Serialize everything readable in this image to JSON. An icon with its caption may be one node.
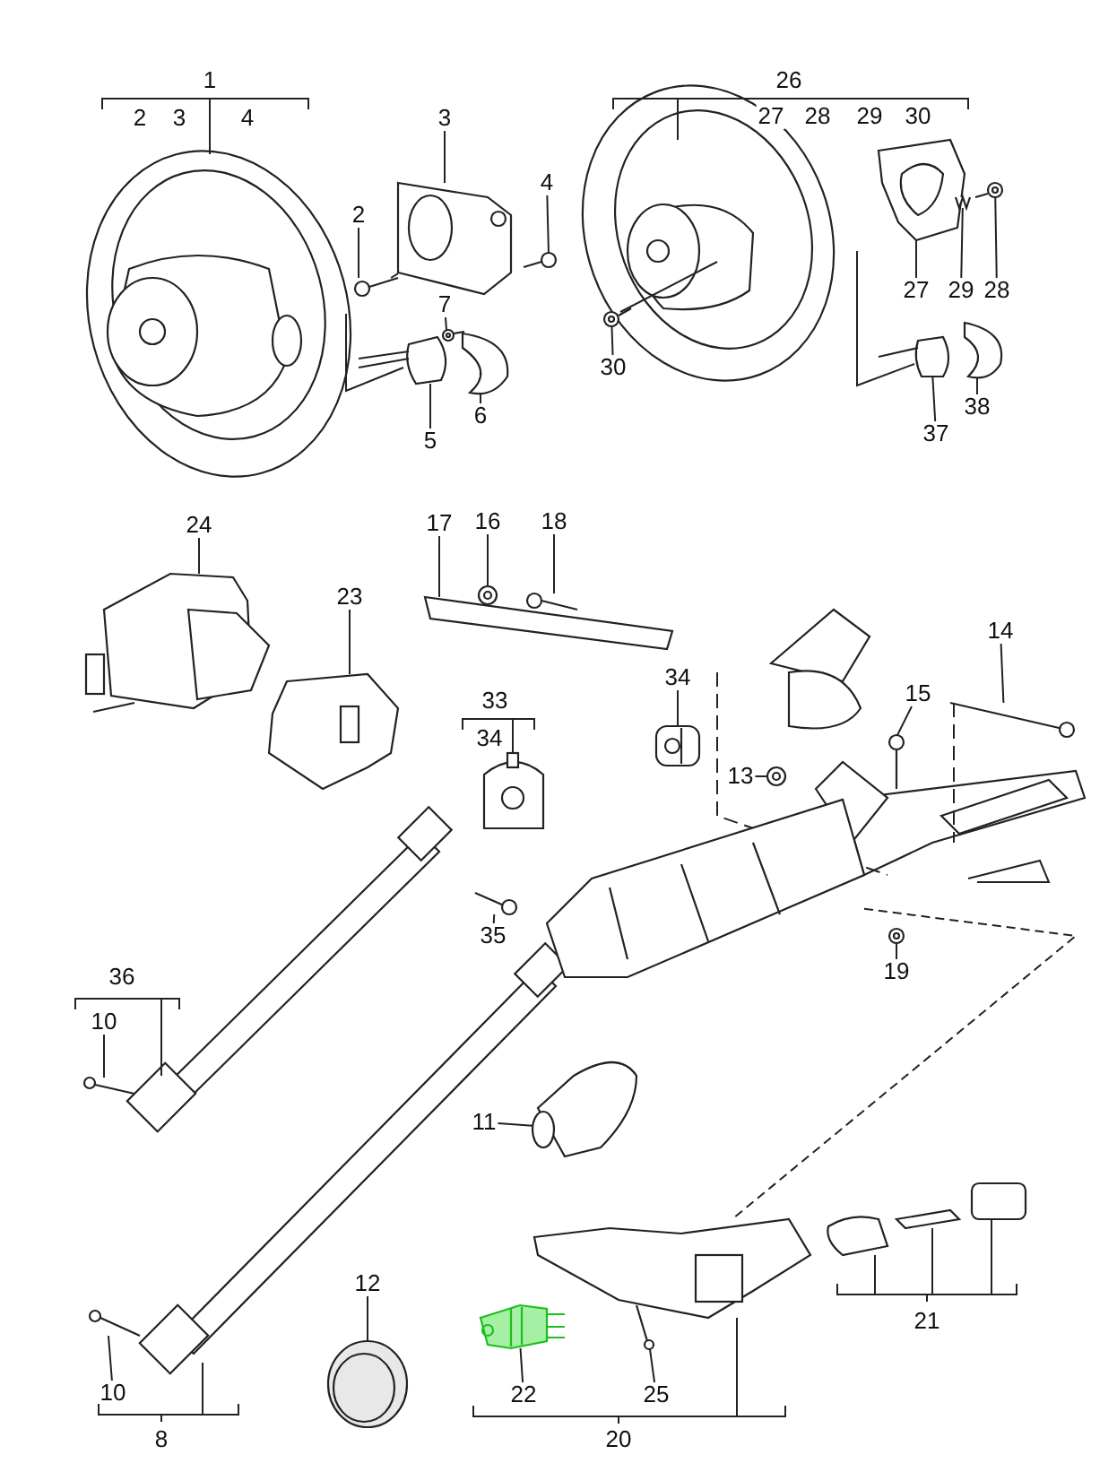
{
  "diagram": {
    "nodes": [
      {
        "text": [
          "3"
        ]
      },
      {
        "text": [
          "2"
        ]
      },
      {
        "text": [
          "4"
        ]
      },
      {
        "text": [
          "7"
        ]
      },
      {
        "text": [
          "6"
        ]
      },
      {
        "text": [
          "5"
        ]
      },
      {
        "text": [
          "27"
        ]
      },
      {
        "text": [
          "29"
        ]
      },
      {
        "text": [
          "28"
        ]
      },
      {
        "text": [
          "30"
        ]
      },
      {
        "text": [
          "38"
        ]
      },
      {
        "text": [
          "37"
        ]
      },
      {
        "text": [
          "24"
        ]
      },
      {
        "text": [
          "17"
        ]
      },
      {
        "text": [
          "16"
        ]
      },
      {
        "text": [
          "18"
        ]
      },
      {
        "text": [
          "23"
        ]
      },
      {
        "text": [
          "14"
        ]
      },
      {
        "text": [
          "34"
        ]
      },
      {
        "text": [
          "15"
        ]
      },
      {
        "text": [
          "13"
        ]
      },
      {
        "text": [
          "35"
        ]
      },
      {
        "text": [
          "19"
        ]
      },
      {
        "text": [
          "10"
        ]
      },
      {
        "text": [
          "11"
        ]
      },
      {
        "text": [
          "12"
        ]
      },
      {
        "text": [
          "10"
        ]
      },
      {
        "text": [
          "22"
        ]
      },
      {
        "text": [
          "25"
        ]
      },
      {
        "text": [],
        "shape": "picture"
      },
      {
        "text": [],
        "shape": "picture"
      },
      {
        "text": [],
        "shape": "picture"
      },
      {
        "text": [],
        "shape": "picture"
      },
      {
        "text": [],
        "shape": "picture"
      },
      {
        "text": [],
        "shape": "picture"
      },
      {
        "text": [],
        "shape": "picture"
      },
      {
        "text": [],
        "shape": "picture"
      },
      {
        "text": [],
        "shape": "picture"
      },
      {
        "text": [],
        "shape": "picture"
      },
      {
        "text": [],
        "shape": "picture"
      },
      {
        "text": [],
        "shape": "picture"
      },
      {
        "text": [],
        "shape": "picture"
      },
      {
        "text": [],
        "shape": "picture"
      },
      {
        "text": [],
        "shape": "picture"
      },
      {
        "text": [],
        "shape": "picture"
      },
      {
        "text": [],
        "shape": "picture"
      },
      {
        "text": [],
        "shape": "picture"
      },
      {
        "text": [],
        "shape": "picture"
      },
      {
        "text": [],
        "shape": "picture"
      },
      {
        "text": [],
        "shape": "picture"
      },
      {
        "text": [],
        "shape": "picture"
      },
      {
        "text": [],
        "shape": "picture"
      },
      {
        "text": [],
        "shape": "picture"
      },
      {
        "text": [],
        "shape": "picture"
      },
      {
        "text": [],
        "shape": "picture"
      },
      {
        "text": [],
        "shape": "picture"
      },
      {
        "text": [],
        "shape": "picture"
      },
      {
        "text": [],
        "shape": "picture"
      },
      {
        "text": [],
        "shape": "picture"
      },
      {
        "text": [],
        "shape": "picture"
      }
    ],
    "edges": [
      {
        "from": 0,
        "to": 29,
        "arrow": "none"
      },
      {
        "from": 1,
        "to": 30,
        "arrow": "none"
      },
      {
        "from": 2,
        "to": 31,
        "arrow": "none"
      },
      {
        "from": 3,
        "to": 32,
        "arrow": "none"
      },
      {
        "from": 4,
        "to": 33,
        "arrow": "none"
      },
      {
        "from": 5,
        "to": 34,
        "arrow": "none"
      },
      {
        "from": 6,
        "to": 35,
        "arrow": "none"
      },
      {
        "from": 7,
        "to": 36,
        "arrow": "none"
      },
      {
        "from": 8,
        "to": 37,
        "arrow": "none"
      },
      {
        "from": 9,
        "to": 38,
        "arrow": "none"
      },
      {
        "from": 10,
        "to": 39,
        "arrow": "none"
      },
      {
        "from": 11,
        "to": 40,
        "arrow": "none"
      },
      {
        "from": 12,
        "to": 41,
        "arrow": "none"
      },
      {
        "from": 13,
        "to": 42,
        "arrow": "none"
      },
      {
        "from": 14,
        "to": 43,
        "arrow": "none"
      },
      {
        "from": 15,
        "to": 44,
        "arrow": "none"
      },
      {
        "from": 16,
        "to": 45,
        "arrow": "none"
      },
      {
        "from": 17,
        "to": 46,
        "arrow": "none"
      },
      {
        "from": 18,
        "to": 47,
        "arrow": "none"
      },
      {
        "from": 19,
        "to": 48,
        "arrow": "none"
      },
      {
        "from": 20,
        "to": 49,
        "arrow": "none"
      },
      {
        "from": 21,
        "to": 50,
        "arrow": "none"
      },
      {
        "from": 22,
        "to": 51,
        "arrow": "none"
      },
      {
        "from": 23,
        "to": 52,
        "arrow": "none"
      },
      {
        "from": 24,
        "to": 53,
        "arrow": "none"
      },
      {
        "from": 25,
        "to": 54,
        "arrow": "none"
      },
      {
        "from": 26,
        "to": 55,
        "arrow": "none"
      },
      {
        "from": 27,
        "to": 56,
        "arrow": "none"
      },
      {
        "from": 28,
        "to": 57,
        "arrow": "none"
      },
      {
        "from": 30,
        "to": 29,
        "arrow": "none",
        "style": "dashed"
      },
      {
        "from": 58,
        "to": 59,
        "arrow": "none",
        "style": "dashed"
      }
    ],
    "labels": [
      "1",
      "2",
      "3",
      "4",
      "26",
      "27",
      "28",
      "29",
      "30",
      "33",
      "34",
      "36",
      "21",
      "8",
      "20"
    ]
  }
}
